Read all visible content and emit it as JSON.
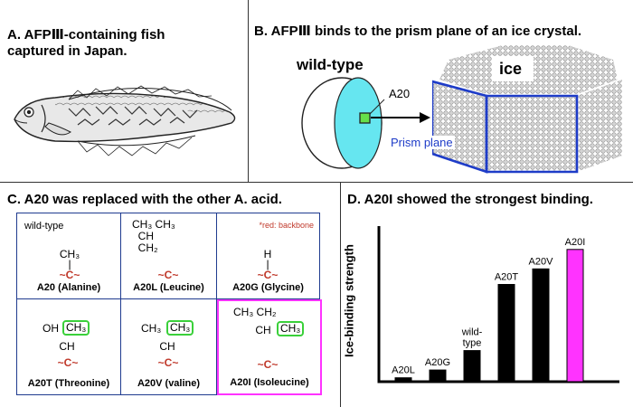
{
  "panelA": {
    "title": "A.  AFPⅢ-containing fish\n      captured in Japan."
  },
  "panelB": {
    "title": "B. AFPⅢ binds to the prism plane of an ice crystal.",
    "protein_label": "wild-type",
    "site_label": "A20",
    "ice_label": "ice",
    "plane_label": "Prism plane"
  },
  "panelC": {
    "title": "C. A20 was replaced with the other A. acid.",
    "note": "*red: backbone",
    "wildtype_label": "wild-type",
    "cells": [
      {
        "name": "A20 (Alanine)",
        "side": "CH₃"
      },
      {
        "name": "A20L (Leucine)",
        "side": "CH₃ CH₃\n  CH\n  CH₂"
      },
      {
        "name": "A20G (Glycine)",
        "side": "H"
      },
      {
        "name": "A20T (Threonine)",
        "side_a": "OH",
        "side_b": "CH₃",
        "side_c": "CH"
      },
      {
        "name": "A20V (valine)",
        "side_a": "CH₃",
        "side_b": "CH₃",
        "side_c": "CH"
      },
      {
        "name": "A20I (Isoleucine)",
        "side_a": "CH₃ CH₂",
        "side_b": "CH₃",
        "side_c": "CH"
      }
    ],
    "backbone": "~C~"
  },
  "panelD": {
    "title": "D. A20I showed the strongest binding.",
    "ylabel": "Ice-binding strength"
  },
  "colors": {
    "highlight": "#ff33ff",
    "bar": "#000000",
    "box_green": "#3ad03a",
    "panel_border": "#1f3b8f",
    "ice_plane": "#1e3cc8",
    "protein": "#66e6f0"
  },
  "chart_data": {
    "type": "bar",
    "categories": [
      "A20L",
      "A20G",
      "wild-\ntype",
      "A20T",
      "A20V",
      "A20I"
    ],
    "values": [
      2,
      6,
      16,
      50,
      58,
      68
    ],
    "highlight": "A20I",
    "title": "D. A20I showed the strongest binding.",
    "xlabel": "",
    "ylabel": "Ice-binding strength",
    "ylim": [
      0,
      80
    ],
    "grid": false
  }
}
